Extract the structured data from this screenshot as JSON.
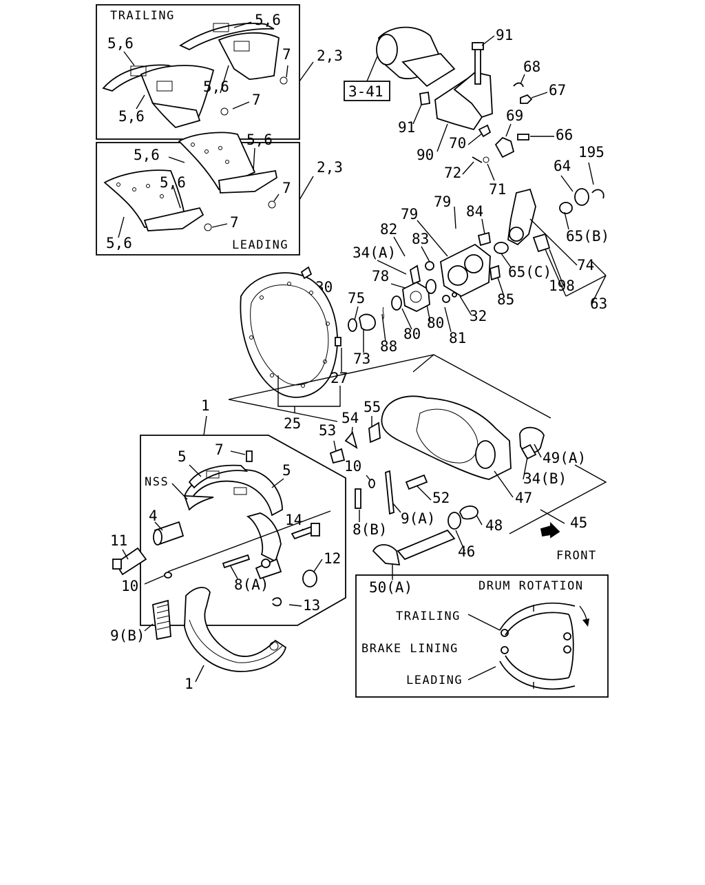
{
  "captions": {
    "trailing_top": "TRAILING",
    "leading_box": "LEADING",
    "nss": "NSS",
    "front": "FRONT",
    "drum_rotation": "DRUM ROTATION",
    "trailing_inset": "TRAILING",
    "brake_lining": "BRAKE LINING",
    "leading_inset": "LEADING",
    "ref_box": "3-41"
  },
  "labels": {
    "l56_a": "5,6",
    "l56_b": "5,6",
    "l56_c": "5,6",
    "l56_d": "5,6",
    "l56_e": "5,6",
    "l56_f": "5,6",
    "l56_g": "5,6",
    "l56_h": "5,6",
    "l7_a": "7",
    "l7_b": "7",
    "l7_c": "7",
    "l7_d": "7",
    "l7_e": "7",
    "l23_a": "2,3",
    "l23_b": "2,3",
    "l91_a": "91",
    "l91_b": "91",
    "l68": "68",
    "l67": "67",
    "l69": "69",
    "l66": "66",
    "l70": "70",
    "l90": "90",
    "l72": "72",
    "l71": "71",
    "l64": "64",
    "l195": "195",
    "l65b": "65(B)",
    "l74": "74",
    "l65c": "65(C)",
    "l198": "198",
    "l63": "63",
    "l84": "84",
    "l79_a": "79",
    "l79_b": "79",
    "l82": "82",
    "l83": "83",
    "l34a": "34(A)",
    "l78": "78",
    "l30": "30",
    "l75": "75",
    "l73": "73",
    "l88": "88",
    "l80_a": "80",
    "l80_b": "80",
    "l81": "81",
    "l32": "32",
    "l85": "85",
    "l27": "27",
    "l25": "25",
    "l1_a": "1",
    "l1_b": "1",
    "l53": "53",
    "l54": "54",
    "l55": "55",
    "l49a": "49(A)",
    "l34b": "34(B)",
    "l47": "47",
    "l45": "45",
    "l48": "48",
    "l46": "46",
    "l52": "52",
    "l9a": "9(A)",
    "l9b": "9(B)",
    "l10_a": "10",
    "l10_b": "10",
    "l8b": "8(B)",
    "l8a": "8(A)",
    "l5_a": "5",
    "l5_b": "5",
    "l4": "4",
    "l11": "11",
    "l14": "14",
    "l12": "12",
    "l13": "13",
    "l50a": "50(A)"
  }
}
